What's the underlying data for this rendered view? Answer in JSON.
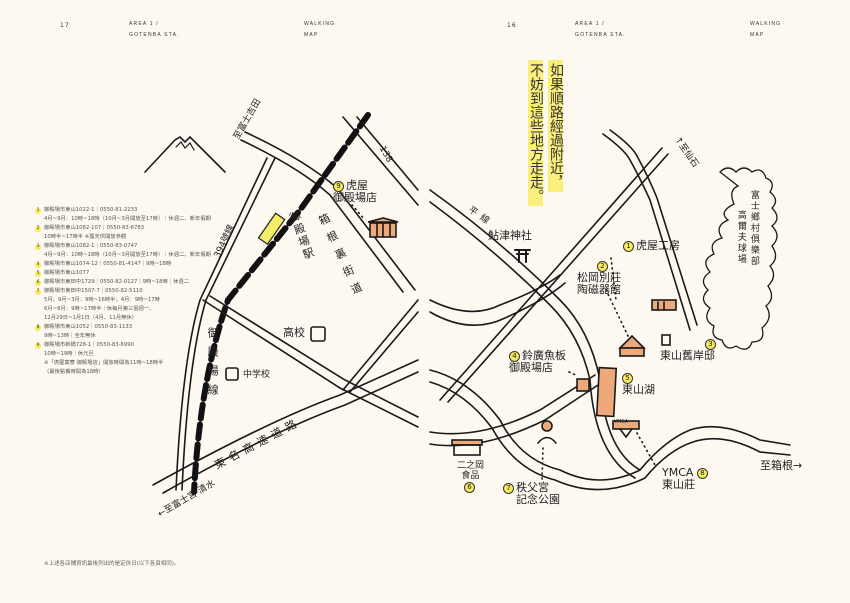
{
  "left_page": {
    "page_number": "17",
    "area": "AREA 1 /",
    "area_sub": "GOTENBA STA.",
    "section": "WALKING",
    "section_sub": "MAP"
  },
  "right_page": {
    "page_number": "16",
    "area": "AREA 1 /",
    "area_sub": "GOTENBA STA.",
    "section": "WALKING",
    "section_sub": "MAP",
    "headline": [
      "如果順路經過附近，",
      "不妨到這些地方走走。"
    ]
  },
  "info_list": [
    {
      "num": "1",
      "lines": [
        "御殿場市東山1022-1｜0550-81-2233",
        "4月~9月：10時~18時（10月~3月開放至17時）｜休週二、新年假期"
      ]
    },
    {
      "num": "2",
      "lines": [
        "御殿場市東山1082-107｜0550-83-6783",
        "10時半~17時半 ※露天供開放參觀"
      ]
    },
    {
      "num": "3",
      "lines": [
        "御殿場市東山1082-1｜0550-83-0747",
        "4月~9月：10時~18時（10月~3月開放至17時）｜休週二、新年假期"
      ]
    },
    {
      "num": "4",
      "lines": [
        "御殿場市東山1074-12｜0550-81-4147｜9時~18時"
      ]
    },
    {
      "num": "5",
      "lines": [
        "御殿場市東山1077"
      ]
    },
    {
      "num": "6",
      "lines": [
        "御殿場市東田中1729｜0550-82-0127｜9時~18時｜休週二"
      ]
    },
    {
      "num": "7",
      "lines": [
        "御殿場市東田中1507-7｜0550-82-5110",
        "5月、9月~3月：9時~16時半；4月：9時~17時",
        "6月~8月：9時~17時半｜休每月第三個週一、",
        "12月29日~1月1日（4月、11月無休）"
      ]
    },
    {
      "num": "8",
      "lines": [
        "御殿場市東山1052｜0550-83-1133",
        "9時~13時｜全年無休"
      ]
    },
    {
      "num": "9",
      "lines": [
        "御殿場市新橋728-1｜0550-83-6990",
        "10時~19時｜休元旦",
        "※「虎屋菓寮 御殿場店」開放時間為11時~18時半",
        "（最後點餐時間為18時）"
      ]
    }
  ],
  "footnote": "※上述各店鋪資訊最後列出的是定休日(以下各頁相同)。",
  "map_left": {
    "to_fujiyoshida": "至富士吉田",
    "route_138": "138",
    "route_394": "394號線",
    "station": "御殿場駅",
    "hakone_ura_kaido": "箱根裏街道",
    "spot9_num": "9",
    "spot9": [
      "虎屋",
      "御殿場店"
    ],
    "high_school": "高校",
    "junior_high": "中学校",
    "gotemba_line": "御殿場線",
    "tomei": "東名高速道路",
    "to_fujinomiya": "←至富士宮·清水"
  },
  "map_right": {
    "to_sengoku": "↑至仙石",
    "road_label": "平線",
    "ayuzu_shrine": "鮎津神社",
    "golf": [
      "富士鄉村俱樂部",
      "高爾夫球場"
    ],
    "spot1_num": "1",
    "spot1": "虎屋工房",
    "spot2_num": "2",
    "spot2": [
      "松岡別莊",
      "陶磁器館"
    ],
    "spot3_num": "3",
    "spot3": "東山舊岸邸",
    "spot4_num": "4",
    "spot4": [
      "鈴廣魚板",
      "御殿場店"
    ],
    "spot5_num": "5",
    "spot5": "東山湖",
    "ymca_sign": "YMCA",
    "spot6_num": "6",
    "spot6": [
      "二之岡",
      "食品"
    ],
    "spot7_num": "7",
    "spot7": [
      "秩父宮",
      "記念公園"
    ],
    "spot8_num": "8",
    "spot8": [
      "YMCA",
      "東山莊"
    ],
    "to_hakone": "至箱根→"
  },
  "colors": {
    "background": "#fdf9f1",
    "highlight": "#fbef7b",
    "marker": "#f7ea5d",
    "building": "#eea97a",
    "station": "#f4ee6a"
  }
}
